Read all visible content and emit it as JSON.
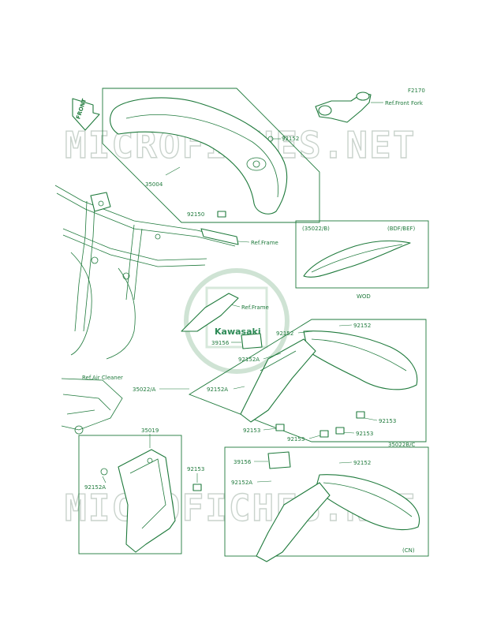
{
  "diagram": {
    "figure_code": "F2170",
    "front_label": "FRONT",
    "watermark": "MICROFICHES.NET",
    "brand_logo_text": "Kawasaki",
    "inset_top": {
      "code_label": "(35022/B)",
      "variant_label": "(BDF/BEF)",
      "caption": "WOD"
    },
    "inset_bottom": {
      "code_label": "35022B/C",
      "variant_label": "(CN)"
    },
    "references": {
      "front_fork": "Ref.Front Fork",
      "frame_1": "Ref.Frame",
      "frame_2": "Ref.Frame",
      "air_cleaner": "Ref.Air Cleaner"
    },
    "part_numbers": {
      "front_fender": "35004",
      "screw_fender_top": "92152",
      "bolt_fender": "92150",
      "rear_fender_a": "35022/A",
      "label_39156_a": "39156",
      "screw_92152_a": "92152",
      "screw_92152_b": "92152",
      "screw_92152A_a": "92152A",
      "screw_92152A_b": "92152A",
      "bolt_92153_a": "92153",
      "bolt_92153_b": "92153",
      "bolt_92153_c": "92153",
      "bolt_92153_d": "92153",
      "mud_guard": "35019",
      "bolt_92153_e": "92153",
      "screw_92152A_c": "92152A",
      "label_39156_b": "39156",
      "screw_92152_c": "92152",
      "screw_92152A_d": "92152A"
    }
  }
}
